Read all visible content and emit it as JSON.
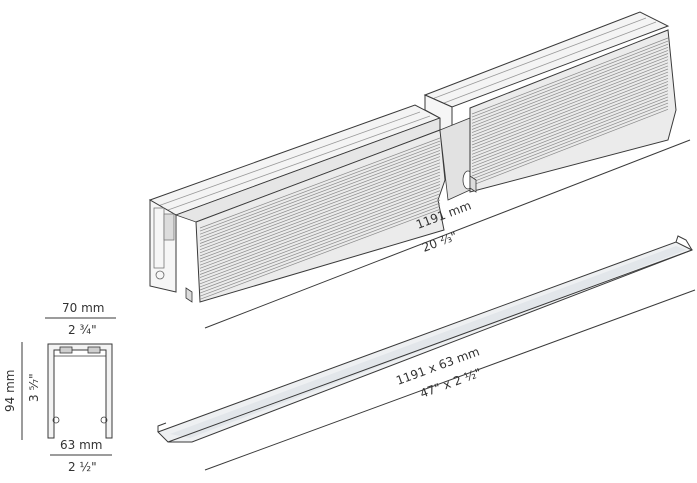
{
  "colors": {
    "line": "#3a3a3a",
    "body_fill": "#f1f1f1",
    "fin_fill": "#e9e9e9",
    "fin_line": "#8a8a8a",
    "diffuser_fill": "#eef0f2",
    "diffuser_shine": "#e2e6ea"
  },
  "profile": {
    "width_mm": "70 mm",
    "width_in": "2 ¾\"",
    "height_mm": "94 mm",
    "height_in": "3 ⁵⁄₇\"",
    "base_mm": "63 mm",
    "base_in": "2 ½\""
  },
  "housing": {
    "length_mm": "1191 mm",
    "length_in": "20 ⅔\""
  },
  "diffuser": {
    "size_mm": "1191 x 63 mm",
    "size_in": "47\" x 2 ½\""
  }
}
